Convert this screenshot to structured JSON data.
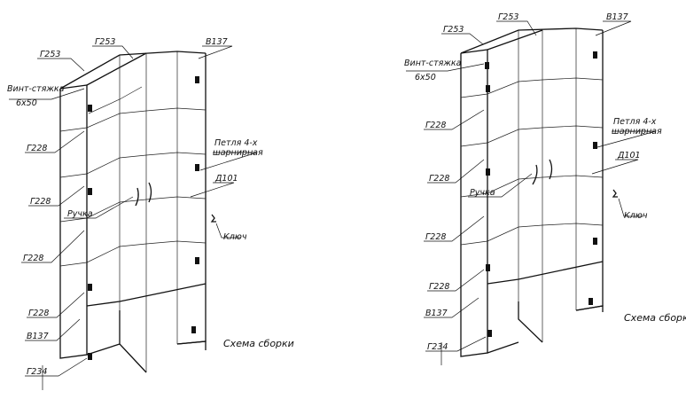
{
  "diagrams": [
    {
      "id": "left",
      "caption": "Схема сборки",
      "labels": {
        "top_panel": "Г253",
        "top_panel_2": "Г253",
        "side": "В137",
        "screw": "Винт-стяжка",
        "screw_size": "6x50",
        "shelf_1": "Г228",
        "shelf_2": "Г228",
        "shelf_3": "Г228",
        "shelf_4": "Г228",
        "hinge_line1": "Петля 4-х",
        "hinge_line2": "шарнирная",
        "door": "Д101",
        "handle": "Ручка",
        "key": "Ключ",
        "side_bottom": "В137",
        "bottom": "Г234"
      }
    },
    {
      "id": "right",
      "caption": "Схема сборки",
      "labels": {
        "top_panel": "Г253",
        "top_panel_2": "Г253",
        "side": "В137",
        "screw": "Винт-стяжка",
        "screw_size": "6x50",
        "shelf_1": "Г228",
        "shelf_2": "Г228",
        "shelf_3": "Г228",
        "shelf_4": "Г228",
        "hinge_line1": "Петля 4-х",
        "hinge_line2": "шарнирная",
        "door": "Д101",
        "handle": "Ручка",
        "key": "Ключ",
        "side_bottom": "В137",
        "bottom": "Г234"
      }
    }
  ]
}
